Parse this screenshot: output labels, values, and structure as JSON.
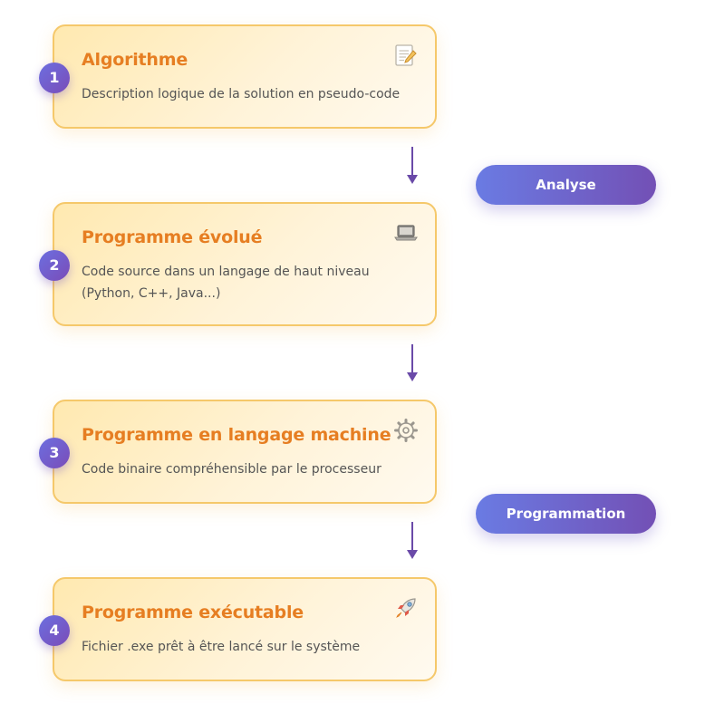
{
  "steps": [
    {
      "number": "1",
      "title": "Algorithme",
      "description": "Description logique de la solution en pseudo-code",
      "icon": "notepad-icon"
    },
    {
      "number": "2",
      "title": "Programme évolué",
      "description": "Code source dans un langage de haut niveau (Python, C++, Java...)",
      "icon": "laptop-icon"
    },
    {
      "number": "3",
      "title": "Programme en langage machine",
      "description": "Code binaire compréhensible par le processeur",
      "icon": "gear-icon"
    },
    {
      "number": "4",
      "title": "Programme exécutable",
      "description": "Fichier .exe prêt à être lancé sur le système",
      "icon": "rocket-icon"
    }
  ],
  "phases": [
    {
      "label": "Analyse"
    },
    {
      "label": "Programmation"
    }
  ],
  "colors": {
    "card_border": "#f5c86a",
    "card_title": "#e67e22",
    "badge_start": "#6c6fe0",
    "badge_end": "#7a4cb8",
    "arrow": "#6a4aa8",
    "pill_start": "#6a7be3",
    "pill_end": "#7350b5"
  }
}
